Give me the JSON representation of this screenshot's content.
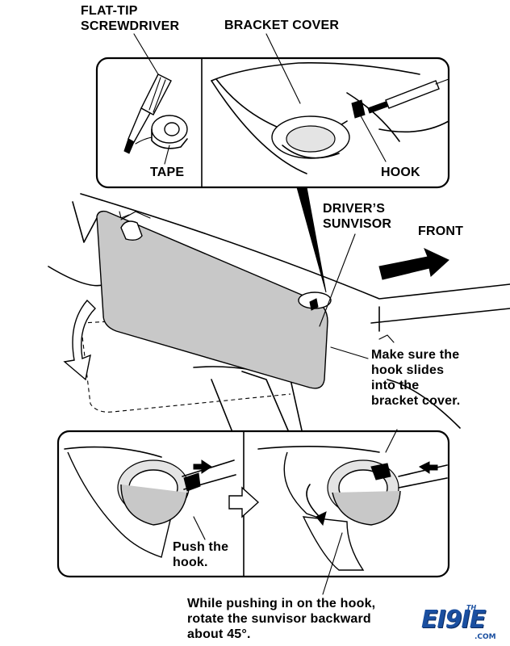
{
  "labels": {
    "screwdriver": "FLAT-TIP\nSCREWDRIVER",
    "bracket_cover": "BRACKET COVER",
    "tape": "TAPE",
    "hook": "HOOK",
    "drivers_sunvisor": "DRIVER’S\nSUNVISOR",
    "front": "FRONT",
    "make_sure": "Make sure the\nhook slides\ninto the\nbracket cover.",
    "push_hook": "Push the\nhook.",
    "rotate_note": "While pushing in on the hook,\nrotate the sunvisor backward\nabout 45°."
  },
  "logo": {
    "text": "EI9IE",
    "superscript": "TH",
    "suffix": ".COM",
    "color": "#1a4fa0"
  },
  "icons": [
    "screwdriver-icon",
    "tape-roll-icon",
    "front-arrow-icon",
    "rotate-arrow-icon",
    "push-arrow-icon",
    "next-step-arrow-icon"
  ]
}
